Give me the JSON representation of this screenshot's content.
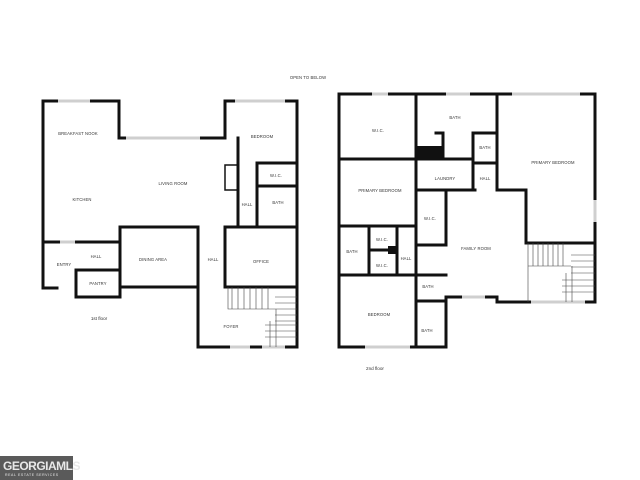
{
  "header": {
    "note": "OPEN TO BELOW"
  },
  "first_floor": {
    "caption": "1st floor",
    "rooms": [
      "BREAKFAST NOOK",
      "LIVING ROOM",
      "KITCHEN",
      "BEDROOM",
      "W.I.C.",
      "HALL",
      "BATH",
      "HALL",
      "ENTRY",
      "DINING AREA",
      "HALL",
      "OFFICE",
      "PANTRY",
      "FOYER"
    ]
  },
  "second_floor": {
    "caption": "2nd floor",
    "rooms": [
      "W.I.C.",
      "BATH",
      "BATH",
      "PRIMARY BEDROOM",
      "LAUNDRY",
      "HALL",
      "PRIMARY BEDROOM",
      "W.I.C.",
      "FAMILY ROOM",
      "W.I.C.",
      "BATH",
      "W.I.C.",
      "HALL",
      "BATH",
      "BEDROOM",
      "BATH"
    ]
  },
  "logo": {
    "name": "GEORGIAMLS",
    "tagline": "REAL ESTATE SERVICES"
  },
  "colors": {
    "wall": "#111111",
    "window": "#cfcfcf",
    "logo_bg": "#5a5a5a"
  }
}
